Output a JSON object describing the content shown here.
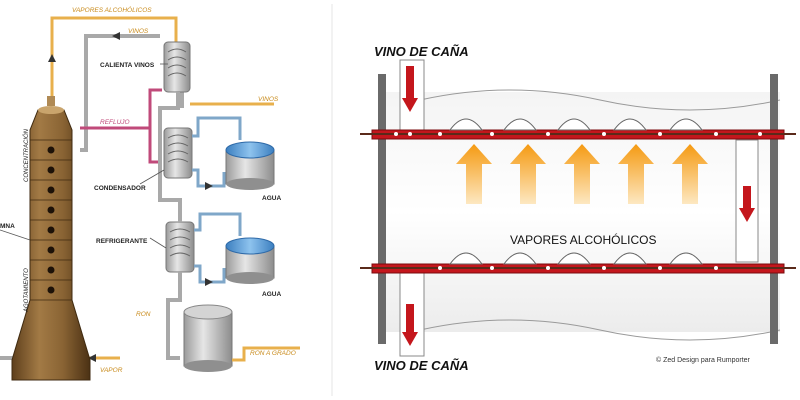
{
  "left_diagram": {
    "labels": {
      "vapores_alcoholicos": "VAPORES ALCOHÓLICOS",
      "vinos_top": "VINOS",
      "calienta_vinos": "CALIENTA VINOS",
      "vinos_right": "VINOS",
      "reflujo": "REFLUJO",
      "concentracion": "CONCENTRACIÓN",
      "condensador": "CONDENSADOR",
      "agua_1": "AGUA",
      "columna": "MNA",
      "refrigerante": "REFRIGERANTE",
      "agotamiento": "AGOTAMIENTO",
      "agua_2": "AGUA",
      "ron": "RON",
      "ron_a_grado": "RON A GRADO",
      "vapor": "VAPOR"
    },
    "colors": {
      "column": "#8a6434",
      "vapor_pipe": "#e8b04c",
      "water_pipe": "#7fa7c9",
      "reflux_pipe": "#c04a7a",
      "water": "#5f9fd6"
    }
  },
  "right_diagram": {
    "labels": {
      "vino_top": "VINO DE CAÑA",
      "vapores": "VAPORES ALCOHÓLICOS",
      "vino_bottom": "VINO DE CAÑA"
    },
    "colors": {
      "plate": "#c4161c",
      "arrow_flow": "#c4161c",
      "vapor_arrow_top": "#f7a51c",
      "vapor_arrow_bottom": "#fde5b4"
    }
  },
  "credit": "© Zed Design para Rumporter"
}
